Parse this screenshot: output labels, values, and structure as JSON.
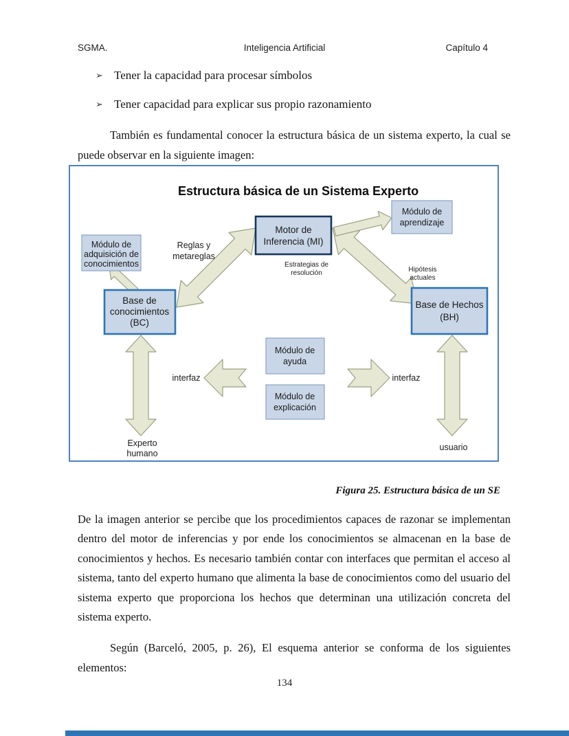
{
  "header": {
    "left": "SGMA.",
    "center": "Inteligencia Artificial",
    "right": "Capítulo 4"
  },
  "bullets": {
    "glyph": "➢",
    "items": [
      "Tener la capacidad para procesar símbolos",
      "Tener capacidad para explicar sus propio razonamiento"
    ]
  },
  "paragraphs": {
    "intro": "También es fundamental conocer la estructura básica de un sistema experto, la cual se puede observar en la siguiente imagen:",
    "body": "De la imagen anterior se percibe que los procedimientos capaces de razonar se implementan dentro del motor de inferencias y por ende los conocimientos se almacenan en la base de conocimientos y hechos. Es necesario también contar con interfaces que permitan el acceso al sistema, tanto del experto humano que alimenta la base de conocimientos como del usuario del sistema experto que proporciona los hechos que determinan una utilización concreta del sistema experto.",
    "closing": "Según (Barceló, 2005, p. 26), El esquema anterior se conforma de los siguientes elementos:"
  },
  "figure": {
    "caption": "Figura 25. Estructura básica de un SE"
  },
  "diagram": {
    "title": "Estructura básica de un Sistema Experto",
    "boxes": {
      "modulo_adquisicion": [
        "Módulo de",
        "adquisición de",
        "conocimientos"
      ],
      "motor_inferencia": [
        "Motor de",
        "Inferencia (MI)"
      ],
      "modulo_aprendizaje": [
        "Módulo de",
        "aprendizaje"
      ],
      "base_conocimientos": [
        "Base de",
        "conocimientos",
        "(BC)"
      ],
      "base_hechos": [
        "Base de Hechos",
        "(BH)"
      ],
      "modulo_ayuda": [
        "Módulo de",
        "ayuda"
      ],
      "modulo_explicacion": [
        "Módulo de",
        "explicación"
      ]
    },
    "labels": {
      "reglas": [
        "Reglas y",
        "metareglas"
      ],
      "estrategias": [
        "Estrategias de",
        "resolución"
      ],
      "hipotesis": [
        "Hipótesis",
        "actuales"
      ],
      "interfaz_left": "interfaz",
      "interfaz_right": "interfaz",
      "experto": [
        "Experto",
        "humano"
      ],
      "usuario": "usuario"
    },
    "colors": {
      "box_fill": "#c8d6e7",
      "box_border_thin": "#8aa3c0",
      "box_border_dark": "#17365d",
      "box_border_blue": "#2e74b5",
      "arrow_fill": "#e6e8d3",
      "arrow_stroke": "#99a081",
      "frame_border": "#4f81bd"
    }
  },
  "footer": {
    "page_number": "134",
    "bar_color": "#2e75b6"
  }
}
